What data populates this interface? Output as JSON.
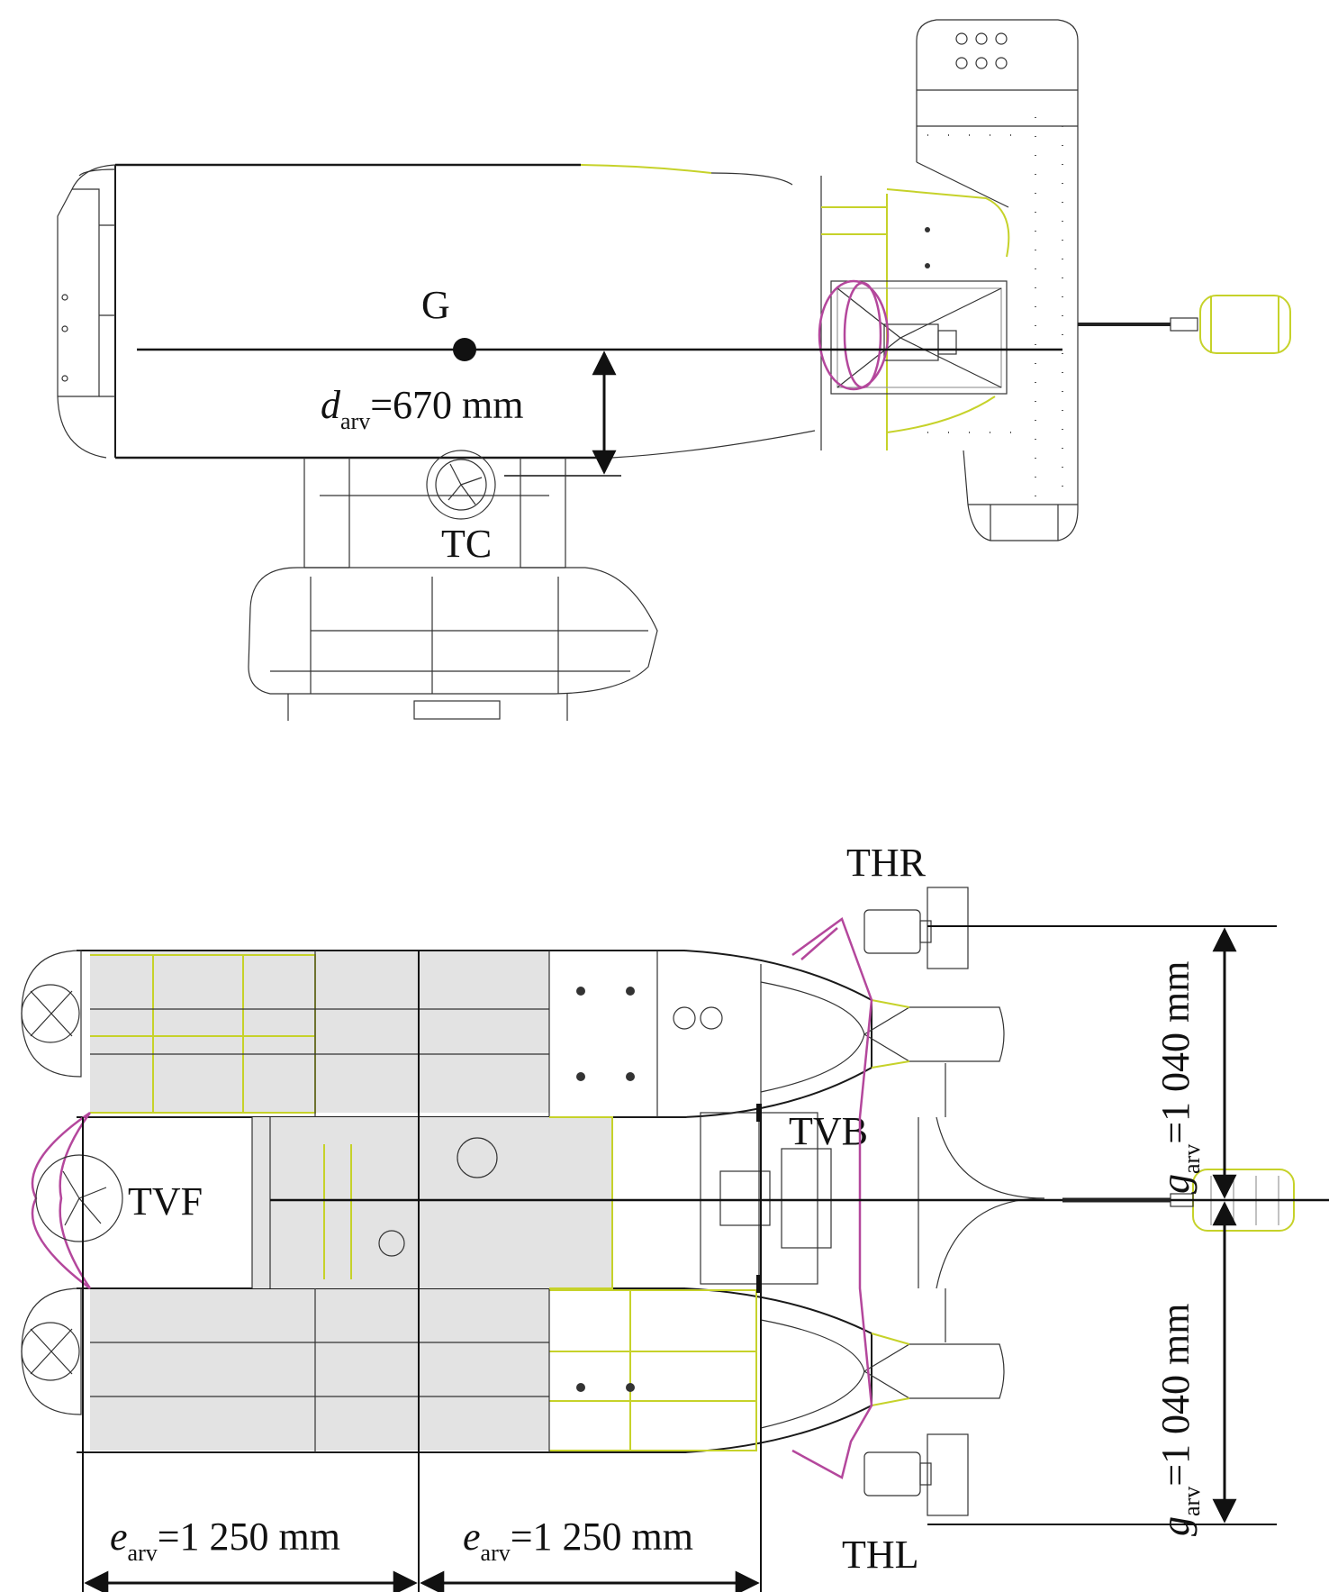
{
  "top_view": {
    "center_label": "G",
    "d_symbol": "d",
    "d_subscript": "arv",
    "d_value": "=670 mm",
    "tc_label": "TC"
  },
  "bottom_view": {
    "thr_label": "THR",
    "thl_label": "THL",
    "tvb_label": "TVB",
    "tvf_label": "TVF",
    "e_left_symbol": "e",
    "e_left_subscript": "arv",
    "e_left_value": "=1 250 mm",
    "e_right_symbol": "e",
    "e_right_subscript": "arv",
    "e_right_value": "=1 250 mm",
    "g_upper_symbol": "g",
    "g_upper_subscript": "arv",
    "g_upper_value": "=1 040 mm",
    "g_lower_symbol": "g",
    "g_lower_subscript": "arv",
    "g_lower_value": "=1 040 mm"
  },
  "colors": {
    "ink": "#1a1a1a",
    "yellow_green": "#c6d22a",
    "magenta": "#b4479c",
    "gray": "#9a9a9a"
  }
}
